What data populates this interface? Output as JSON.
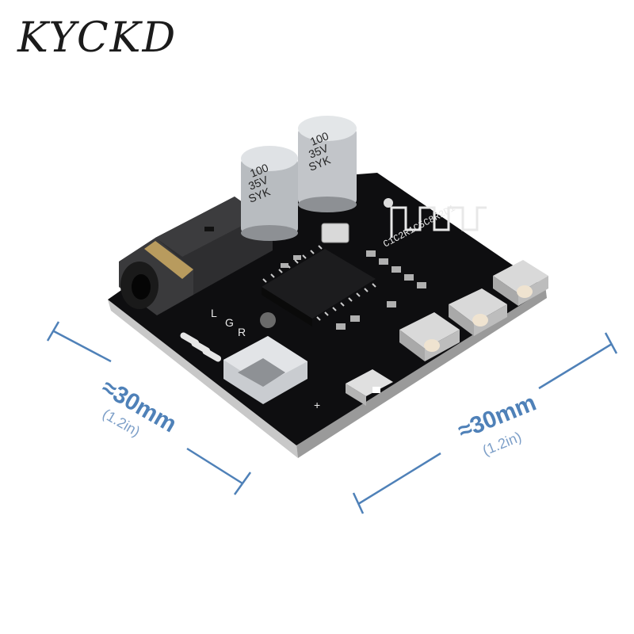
{
  "watermark": {
    "brand": "KYCKD"
  },
  "board": {
    "capacitor_1": {
      "value": "100",
      "voltage": "35V",
      "maker": "SYK"
    },
    "capacitor_2": {
      "value": "100",
      "voltage": "35V",
      "maker": "SYK"
    },
    "pin_labels": [
      "L",
      "G",
      "R"
    ],
    "silkscreen": "C1C2R1C5C8R2D1",
    "plus_mark": "+"
  },
  "dimensions": {
    "left": {
      "main": "≈30mm",
      "sub": "(1.2in)"
    },
    "right": {
      "main": "≈30mm",
      "sub": "(1.2in)"
    }
  },
  "colors": {
    "pcb": "#0e0e10",
    "dimension_line": "#4f81b8",
    "brand": "#1b1b1b"
  }
}
